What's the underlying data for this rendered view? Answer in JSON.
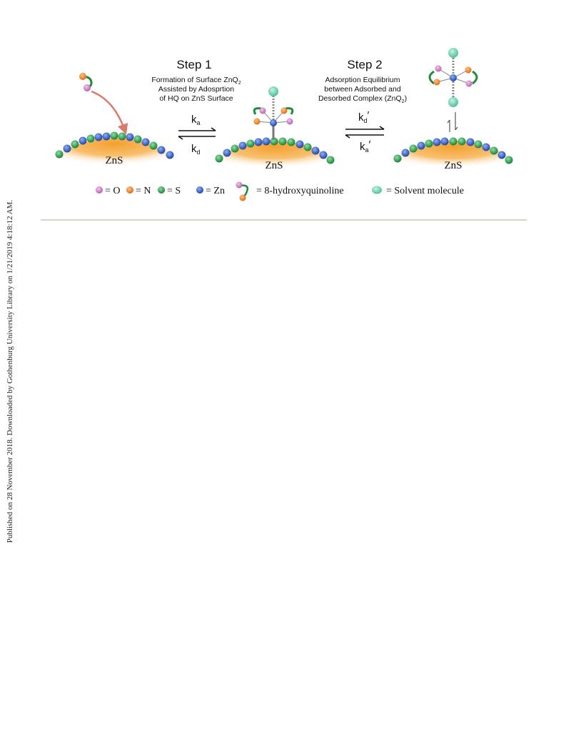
{
  "sidebar_note": "Published on 28 November 2018. Downloaded by Gothenburg University Library on 1/21/2019 4:18:12 AM.",
  "step1": {
    "title": "Step 1",
    "desc_line1": "Formation of Surface ZnQ",
    "desc_line1_sub": "2",
    "desc_line2": "Assisted by Adosprtion",
    "desc_line3": "of HQ on ZnS Surface",
    "k_forward": "k",
    "k_forward_sub": "a",
    "k_reverse": "k",
    "k_reverse_sub": "d"
  },
  "step2": {
    "title": "Step 2",
    "desc_line1": "Adsorption Equilibrium",
    "desc_line2": "between Adsorbed and",
    "desc_line3a": "Desorbed Complex (ZnQ",
    "desc_line3_sub": "2",
    "desc_line3b": ")",
    "k_forward": "k",
    "k_forward_sub": "d",
    "k_forward_prime": "′",
    "k_reverse": "k",
    "k_reverse_sub": "a",
    "k_reverse_prime": "′"
  },
  "substrate_label": "ZnS",
  "legend": {
    "o": "= O",
    "n": "= N",
    "s": "= S",
    "zn": "= Zn",
    "hq": "= 8-hydroxyquinoline",
    "solvent": "= Solvent molecule"
  },
  "colors": {
    "oxygen": "#d88ad0",
    "nitrogen": "#f08a2a",
    "sulfur": "#2aa84a",
    "zinc": "#2a5cc8",
    "solvent": "#6fd0b0",
    "substrate": "#f5a53a",
    "ligand": "#1f8a3a",
    "arrow_red": "#e08070"
  }
}
